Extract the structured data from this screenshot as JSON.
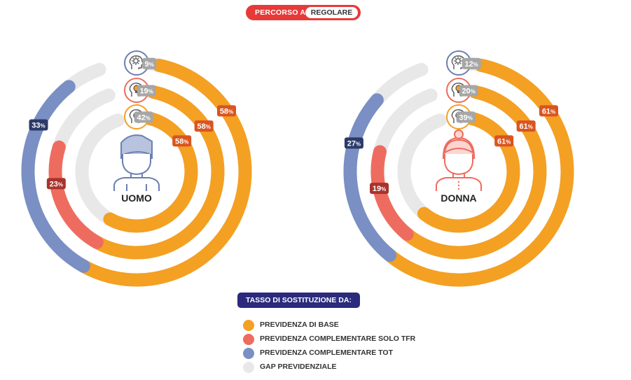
{
  "header": {
    "prefix": "PERCORSO A",
    "value": "REGOLARE"
  },
  "colors": {
    "base": "#f4a023",
    "tfr": "#ee6c5f",
    "tot": "#7a8fc3",
    "gap": "#e8e8e8",
    "base_badge": "#d95520",
    "tfr_badge": "#a8332b",
    "tot_badge": "#2b3a68",
    "gap_badge": "#a6a6a6",
    "icon_blue": "#6b7fb3",
    "icon_red": "#ee6c5f",
    "icon_orange": "#f4a023"
  },
  "chart_data": [
    {
      "type": "radial-bar",
      "subject": "UOMO",
      "rings": [
        {
          "icon": "gear-head-icon",
          "base_pct": 58,
          "complementary_pct": 33,
          "complementary_type": "tot",
          "gap_pct": 9,
          "labels": {
            "base": "58%",
            "complementary": "33%",
            "gap": "9%"
          }
        },
        {
          "icon": "lightbulb-head-icon",
          "base_pct": 58,
          "complementary_pct": 23,
          "complementary_type": "tfr",
          "gap_pct": 19,
          "labels": {
            "base": "58%",
            "complementary": "23%",
            "gap": "19%"
          }
        },
        {
          "icon": "globe-head-icon",
          "base_pct": 58,
          "complementary_pct": 0,
          "complementary_type": "none",
          "gap_pct": 42,
          "labels": {
            "base": "58%",
            "gap": "42%"
          }
        }
      ]
    },
    {
      "type": "radial-bar",
      "subject": "DONNA",
      "rings": [
        {
          "icon": "gear-head-icon",
          "base_pct": 61,
          "complementary_pct": 27,
          "complementary_type": "tot",
          "gap_pct": 12,
          "labels": {
            "base": "61%",
            "complementary": "27%",
            "gap": "12%"
          }
        },
        {
          "icon": "lightbulb-head-icon",
          "base_pct": 61,
          "complementary_pct": 19,
          "complementary_type": "tfr",
          "gap_pct": 20,
          "labels": {
            "base": "61%",
            "complementary": "19%",
            "gap": "20%"
          }
        },
        {
          "icon": "globe-head-icon",
          "base_pct": 61,
          "complementary_pct": 0,
          "complementary_type": "none",
          "gap_pct": 39,
          "labels": {
            "base": "61%",
            "gap": "39%"
          }
        }
      ]
    }
  ],
  "legend": {
    "title": "TASSO DI SOSTITUZIONE DA:",
    "items": [
      {
        "label": "PREVIDENZA DI BASE",
        "color": "#f4a023"
      },
      {
        "label": "PREVIDENZA COMPLEMENTARE SOLO TFR",
        "color": "#ee6c5f"
      },
      {
        "label": "PREVIDENZA COMPLEMENTARE TOT",
        "color": "#7a8fc3"
      },
      {
        "label": "GAP PREVIDENZIALE",
        "color": "#e8e8e8"
      }
    ]
  }
}
